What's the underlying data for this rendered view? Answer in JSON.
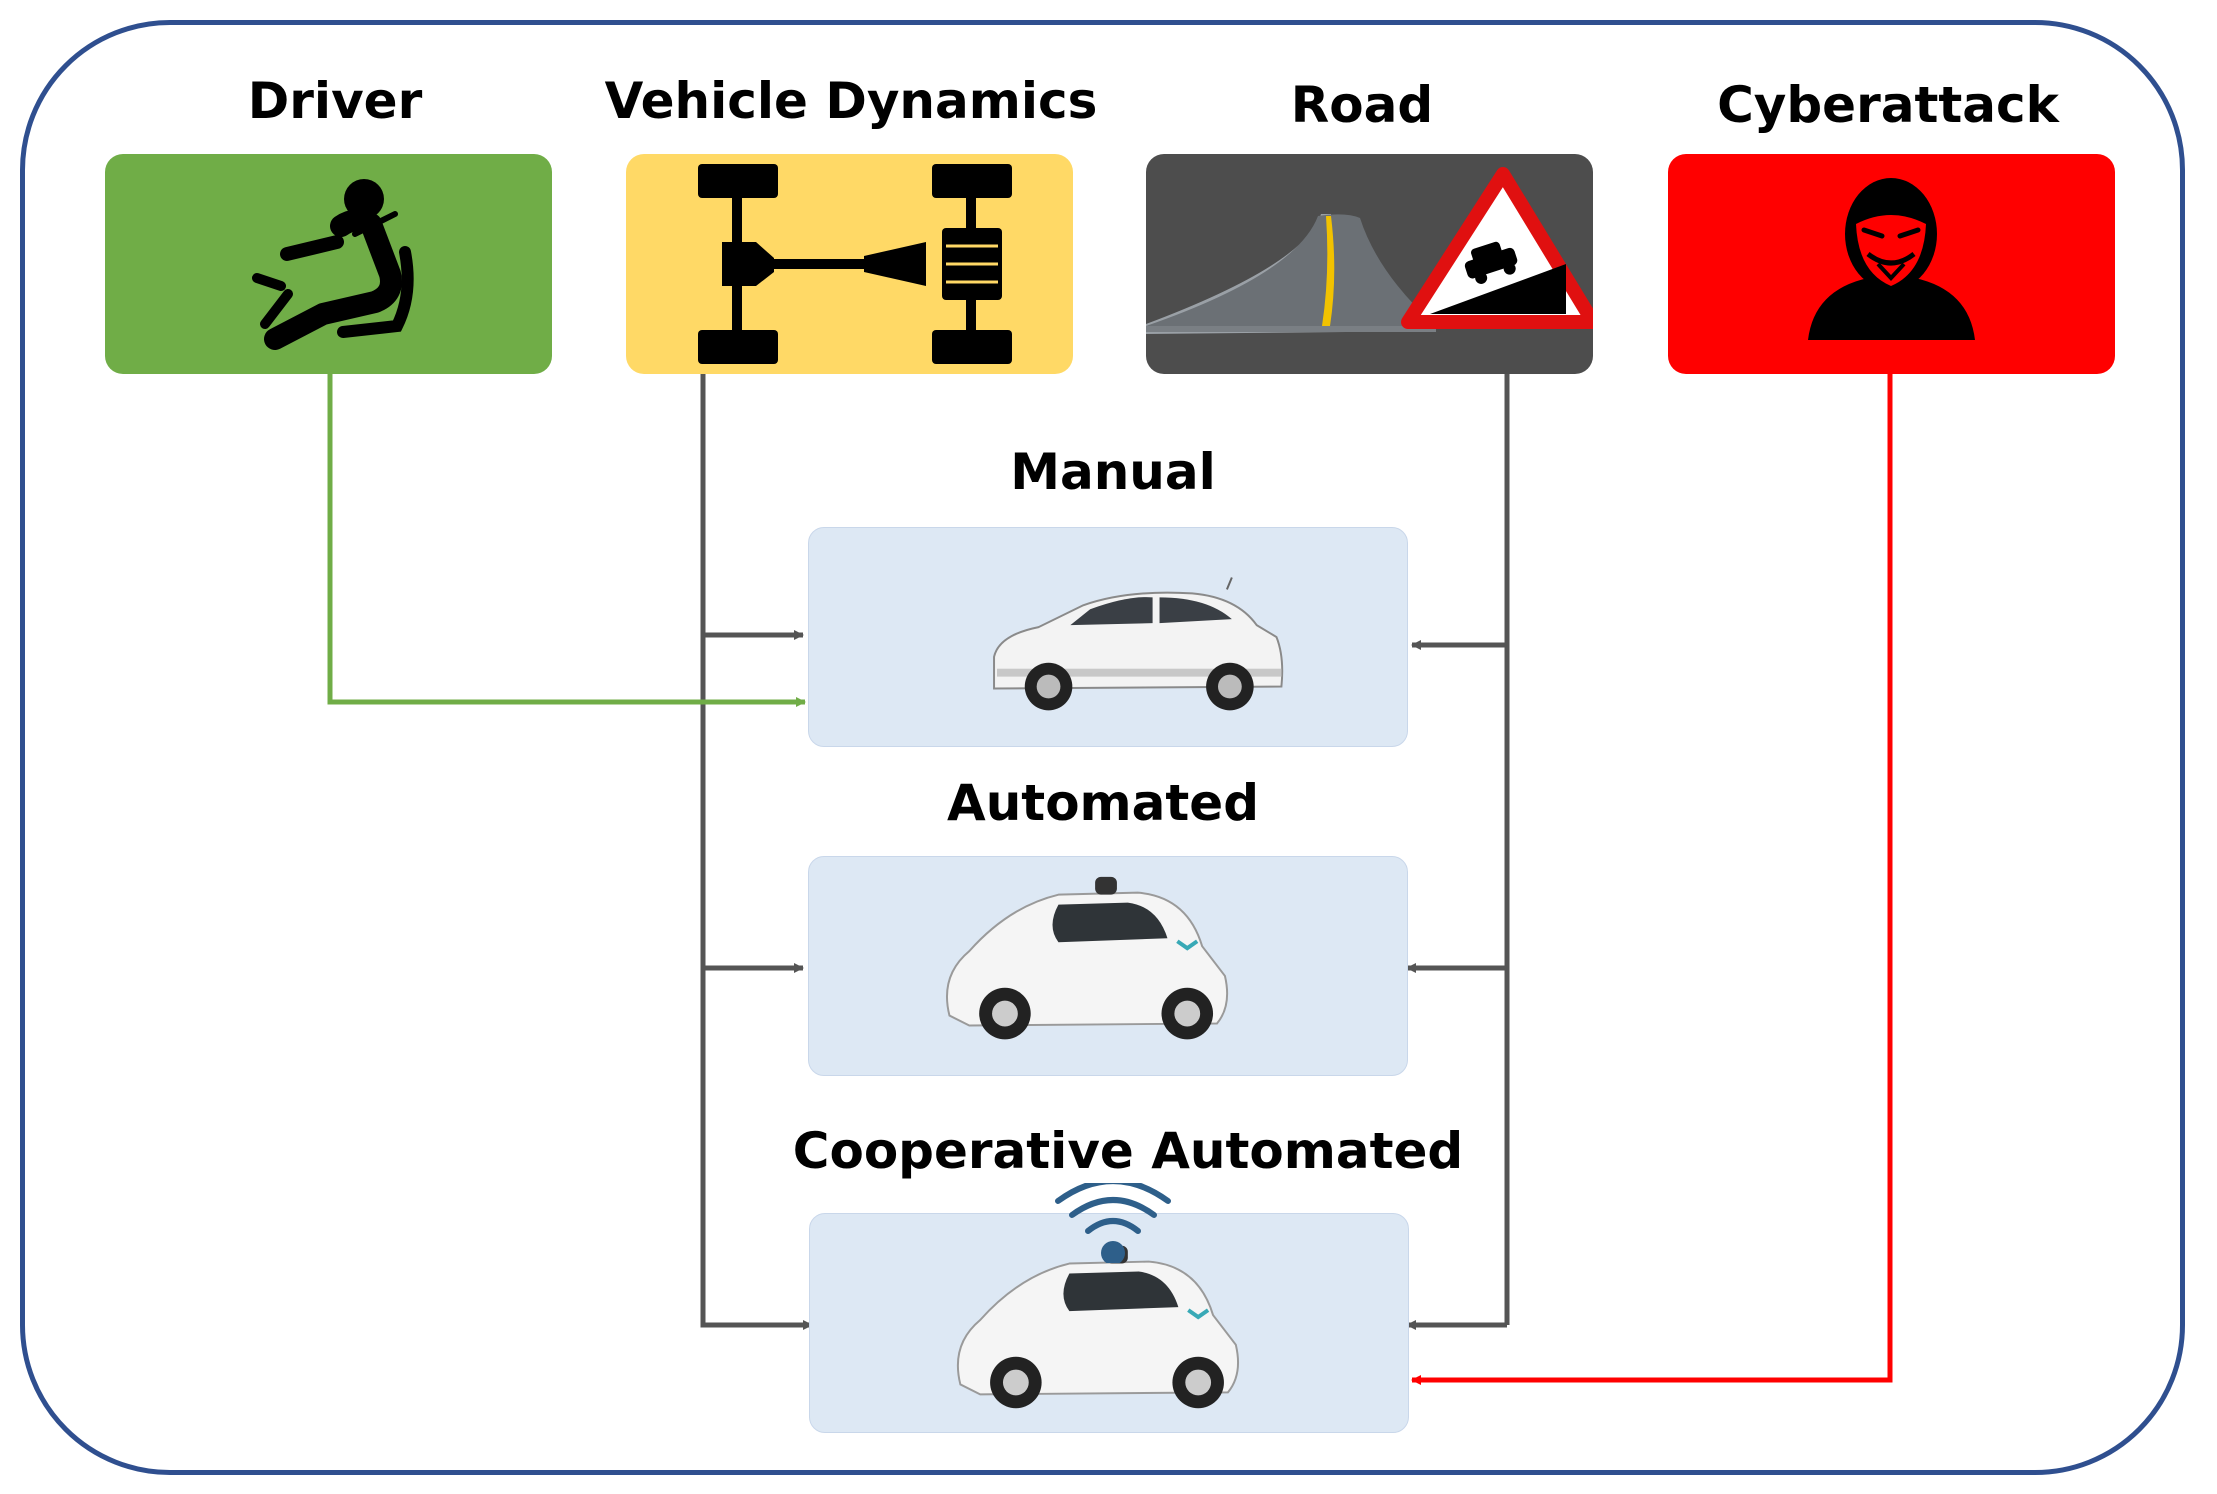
{
  "sources": [
    {
      "id": "driver",
      "label": "Driver",
      "color": "#70ad47",
      "icon": "seated-driver-icon"
    },
    {
      "id": "vehicle_dynamics",
      "label": "Vehicle Dynamics",
      "color": "#ffd966",
      "icon": "drivetrain-chassis-icon"
    },
    {
      "id": "road",
      "label": "Road",
      "color": "#4d4d4d",
      "icon": "road-slope-warning-icon"
    },
    {
      "id": "cyberattack",
      "label": "Cyberattack",
      "color": "#ff0000",
      "icon": "hacker-mask-icon"
    }
  ],
  "vehicle_modes": [
    {
      "id": "manual",
      "label": "Manual",
      "icon": "hatchback-car-icon"
    },
    {
      "id": "automated",
      "label": "Automated",
      "icon": "self-driving-car-icon"
    },
    {
      "id": "cooperative_automated",
      "label": "Cooperative Automated",
      "icon": "connected-self-driving-car-icon"
    }
  ],
  "connections": [
    {
      "from": "driver",
      "to": [
        "manual"
      ],
      "color": "#70ad47"
    },
    {
      "from": "vehicle_dynamics",
      "to": [
        "manual",
        "automated",
        "cooperative_automated"
      ],
      "color": "#555555"
    },
    {
      "from": "road",
      "to": [
        "manual",
        "automated",
        "cooperative_automated"
      ],
      "color": "#555555"
    },
    {
      "from": "cyberattack",
      "to": [
        "cooperative_automated"
      ],
      "color": "#ff0000"
    }
  ],
  "frame_color": "#2f4f8f",
  "panel_color": "#dde8f4"
}
